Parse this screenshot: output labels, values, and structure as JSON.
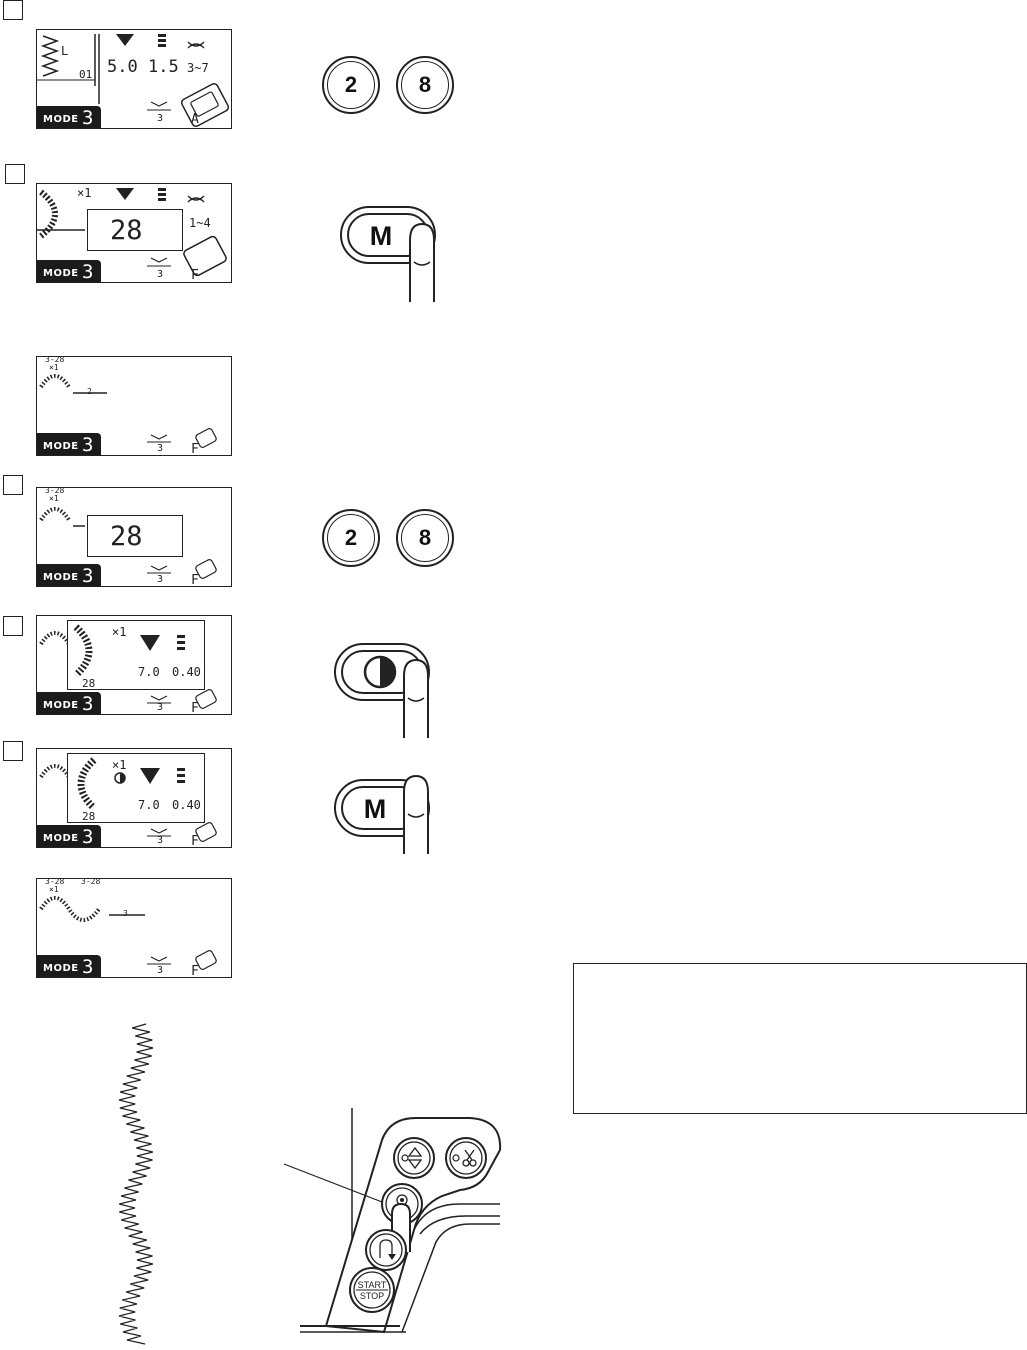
{
  "steps": [
    {
      "lcd": {
        "mode_label": "MODE",
        "mode_number": "3",
        "pattern_no": "01",
        "stitch_letter": "L",
        "width": "5.0",
        "length": "1.5",
        "tension": "3~7",
        "tension_digits": "3",
        "foot": "A"
      },
      "keys": [
        "2",
        "8"
      ]
    },
    {
      "lcd": {
        "mode_label": "MODE",
        "mode_number": "3",
        "multiplier": "×1",
        "entered_number": "28",
        "tension": "1~4",
        "tension_digits": "3",
        "foot": "F"
      },
      "key": "M"
    },
    {
      "lcd": {
        "mode_label": "MODE",
        "mode_number": "3",
        "memory_header": "3-28",
        "multiplier": "×1",
        "cursor": "2",
        "tension_digits": "3",
        "foot": "F"
      }
    },
    {
      "lcd": {
        "mode_label": "MODE",
        "mode_number": "3",
        "memory_header": "3-28",
        "multiplier": "×1",
        "entered_number": "28",
        "tension_digits": "3",
        "foot": "F"
      },
      "keys": [
        "2",
        "8"
      ]
    },
    {
      "lcd": {
        "mode_label": "MODE",
        "mode_number": "3",
        "multiplier": "×1",
        "width": "7.0",
        "length": "0.40",
        "pattern_no": "28",
        "tension_digits": "3",
        "foot": "F"
      },
      "key": "mirror"
    },
    {
      "lcd": {
        "mode_label": "MODE",
        "mode_number": "3",
        "multiplier": "×1",
        "width": "7.0",
        "length": "0.40",
        "pattern_no": "28",
        "tension_digits": "3",
        "foot": "F"
      },
      "key": "M"
    },
    {
      "lcd": {
        "mode_label": "MODE",
        "mode_number": "3",
        "memory_header": "3-28",
        "memory_header_2": "3-28",
        "multiplier": "×1",
        "cursor": "3",
        "tension_digits": "3",
        "foot": "F"
      }
    }
  ],
  "panel": {
    "start_label": "START",
    "stop_label": "STOP"
  },
  "icons": [
    "needle-up-down-icon",
    "thread-cutter-icon",
    "auto-lock-icon",
    "reverse-icon",
    "mirror-image-icon",
    "finger-press-icon"
  ]
}
